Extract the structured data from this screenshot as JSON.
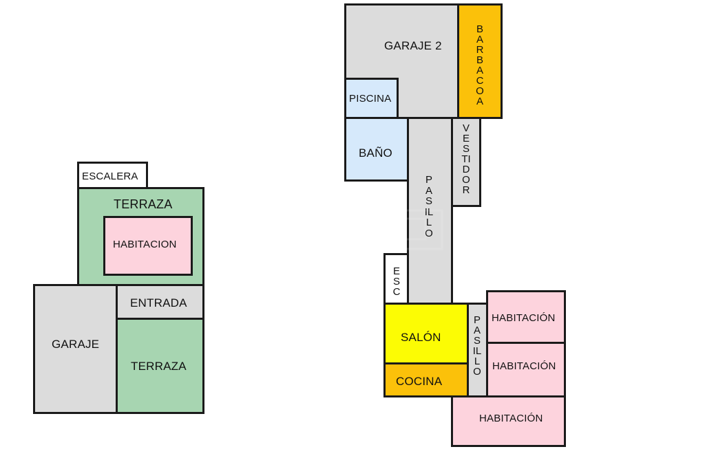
{
  "plan_left": {
    "escalera": "ESCALERA",
    "terraza_top": "TERRAZA",
    "habitacion": "HABITACION",
    "garaje": "GARAJE",
    "entrada": "ENTRADA",
    "terraza_bottom": "TERRAZA"
  },
  "plan_right": {
    "garaje2": "GARAJE 2",
    "barbacoa": "BARBACOA",
    "piscina": "PISCINA",
    "bano": "BAÑO",
    "vestidor": "VESTIDOR",
    "pasillo_long": "PASILLO",
    "esc": "ESC",
    "salon": "SALÓN",
    "cocina": "COCINA",
    "pasillo_short": "PASILLO",
    "habitacion_1": "HABITACIÓN",
    "habitacion_2": "HABITACIÓN",
    "habitacion_3": "HABITACIÓN"
  },
  "colors": {
    "gray": "#dcdcdc",
    "green": "#a7d5b1",
    "pink": "#fdd3dd",
    "blue": "#d6e9fb",
    "orange": "#fbc10a",
    "yellow": "#fcfc04",
    "wall": "#1a1a1a"
  }
}
